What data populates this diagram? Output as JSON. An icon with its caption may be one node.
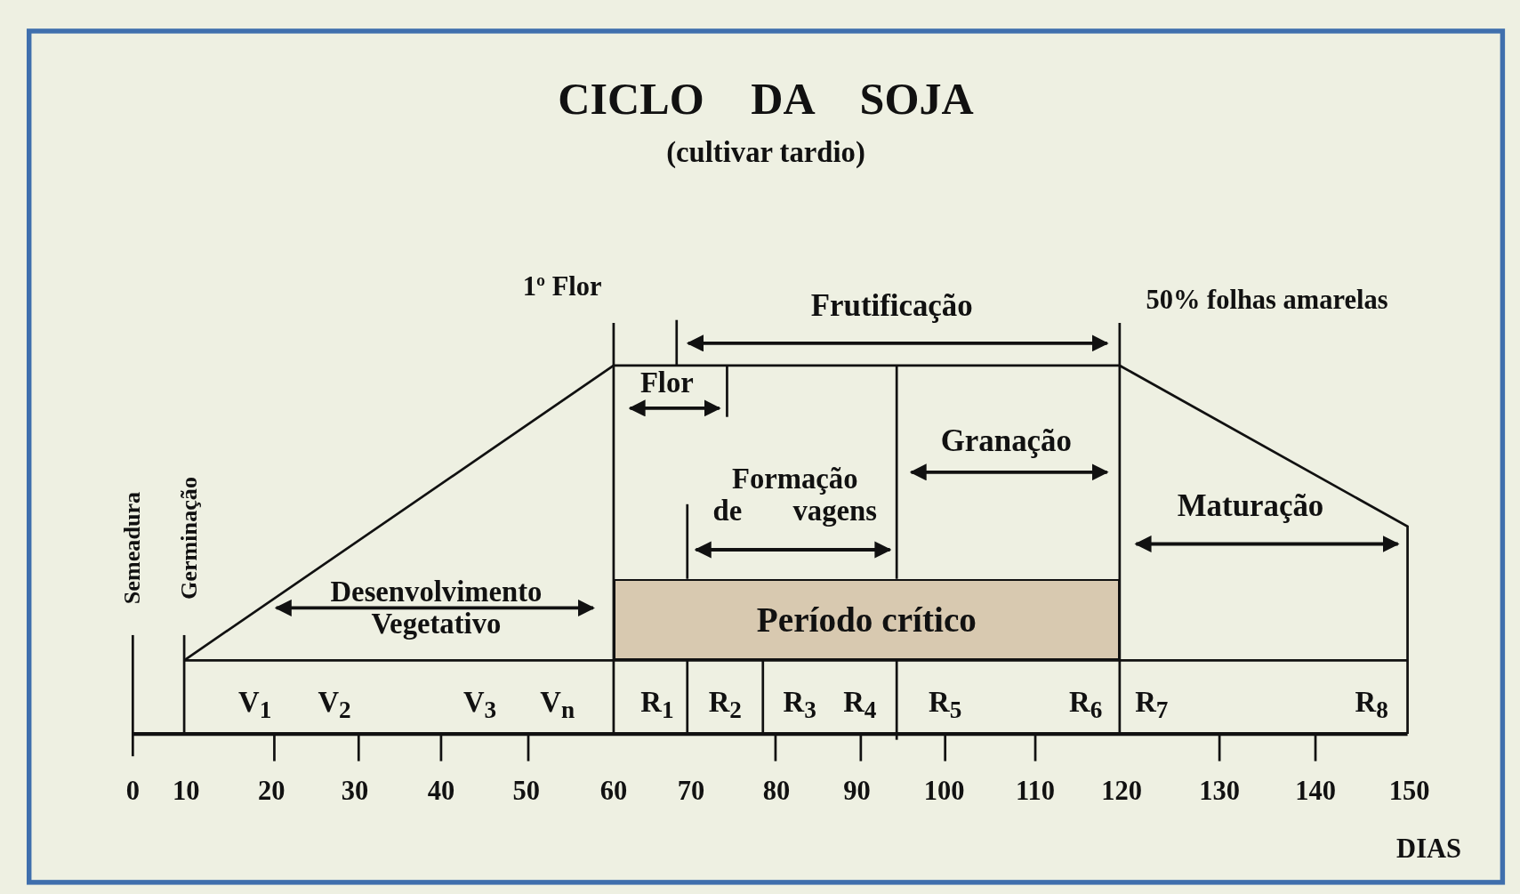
{
  "diagram": {
    "title": "CICLO DA SOJA",
    "nodes": [
      {
        "text": [
          "Período crítico"
        ]
      }
    ],
    "edges": [],
    "labels": [
      "(cultivar tardio)",
      "1º Flor",
      "Frutificação",
      "50% folhas amarelas",
      "Flor",
      "Granação",
      "Formação de vagens",
      "Maturação",
      "Semeadura",
      "Germinação",
      "Desenvolvimento Vegetativo",
      "V$_{1}$",
      "V$_{2}$",
      "V$_{3}$",
      "V$_{n}$",
      "R$_{1}$",
      "R$_{2}$",
      "R$_{3}$",
      "R$_{4}$",
      "R$_{5}$",
      "R$_{6}$",
      "R$_{7}$",
      "R$_{8}$",
      "0",
      "10",
      "20",
      "30",
      "40",
      "50",
      "60",
      "70",
      "80",
      "90",
      "100",
      "110",
      "120",
      "130",
      "140",
      "150",
      "DIAS"
    ]
  }
}
